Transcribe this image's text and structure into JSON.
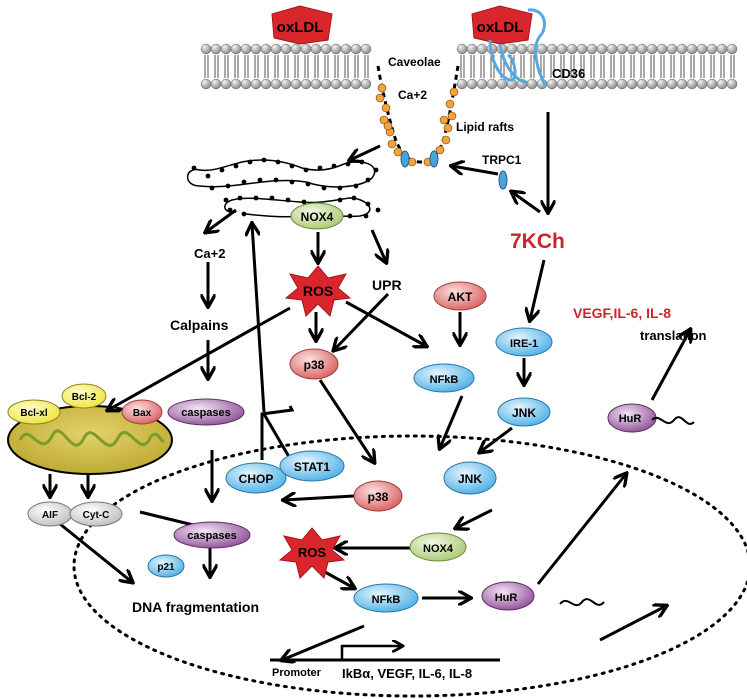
{
  "labels": {
    "oxldl_left": "oxLDL",
    "oxldl_right": "oxLDL",
    "caveolae": "Caveolae",
    "ca2_membrane": "Ca+2",
    "lipid_rafts": "Lipid rafts",
    "cd36": "CD36",
    "trpc1": "TRPC1",
    "seven_kch": "7KCh",
    "nox4_er": "NOX4",
    "ca2_er": "Ca+2",
    "ros_top": "ROS",
    "upr": "UPR",
    "akt": "AKT",
    "calpains": "Calpains",
    "caspases_top": "caspases",
    "p38_top": "p38",
    "nfkb_top": "NFkB",
    "ire1": "IRE-1",
    "jnk_top": "JNK",
    "jnk_nucleus": "JNK",
    "vegf_translation": "VEGF,IL-6, IL-8",
    "translation": "translation",
    "hur_cyto": "HuR",
    "bcl_xl": "Bcl-xl",
    "bcl_2": "Bcl-2",
    "bax": "Bax",
    "aif": "AIF",
    "cyt_c": "Cyt-C",
    "chop": "CHOP",
    "stat1": "STAT1",
    "p38_nucleus": "p38",
    "caspases_bottom": "caspases",
    "p21": "p21",
    "ros_nucleus": "ROS",
    "nox4_nucleus": "NOX4",
    "dna_fragmentation": "DNA fragmentation",
    "nfkb_nucleus": "NFkB",
    "hur_nucleus": "HuR",
    "promoter": "Promoter",
    "genes": "IkBα, VEGF, IL-6, IL-8"
  },
  "colors": {
    "oxldl": "#d9262c",
    "ros": "#d9262c",
    "title_red": "#c8262c",
    "blue_node": "#5bb8ea",
    "pink_node": "#e47c7c",
    "purple_node": "#9c5fa3",
    "green_node": "#bcd88a",
    "yellow_node": "#f6f05a",
    "mito_fill": "#c9b73a",
    "raft_orange": "#f3a23c",
    "cd36_blue": "#56a8de"
  }
}
